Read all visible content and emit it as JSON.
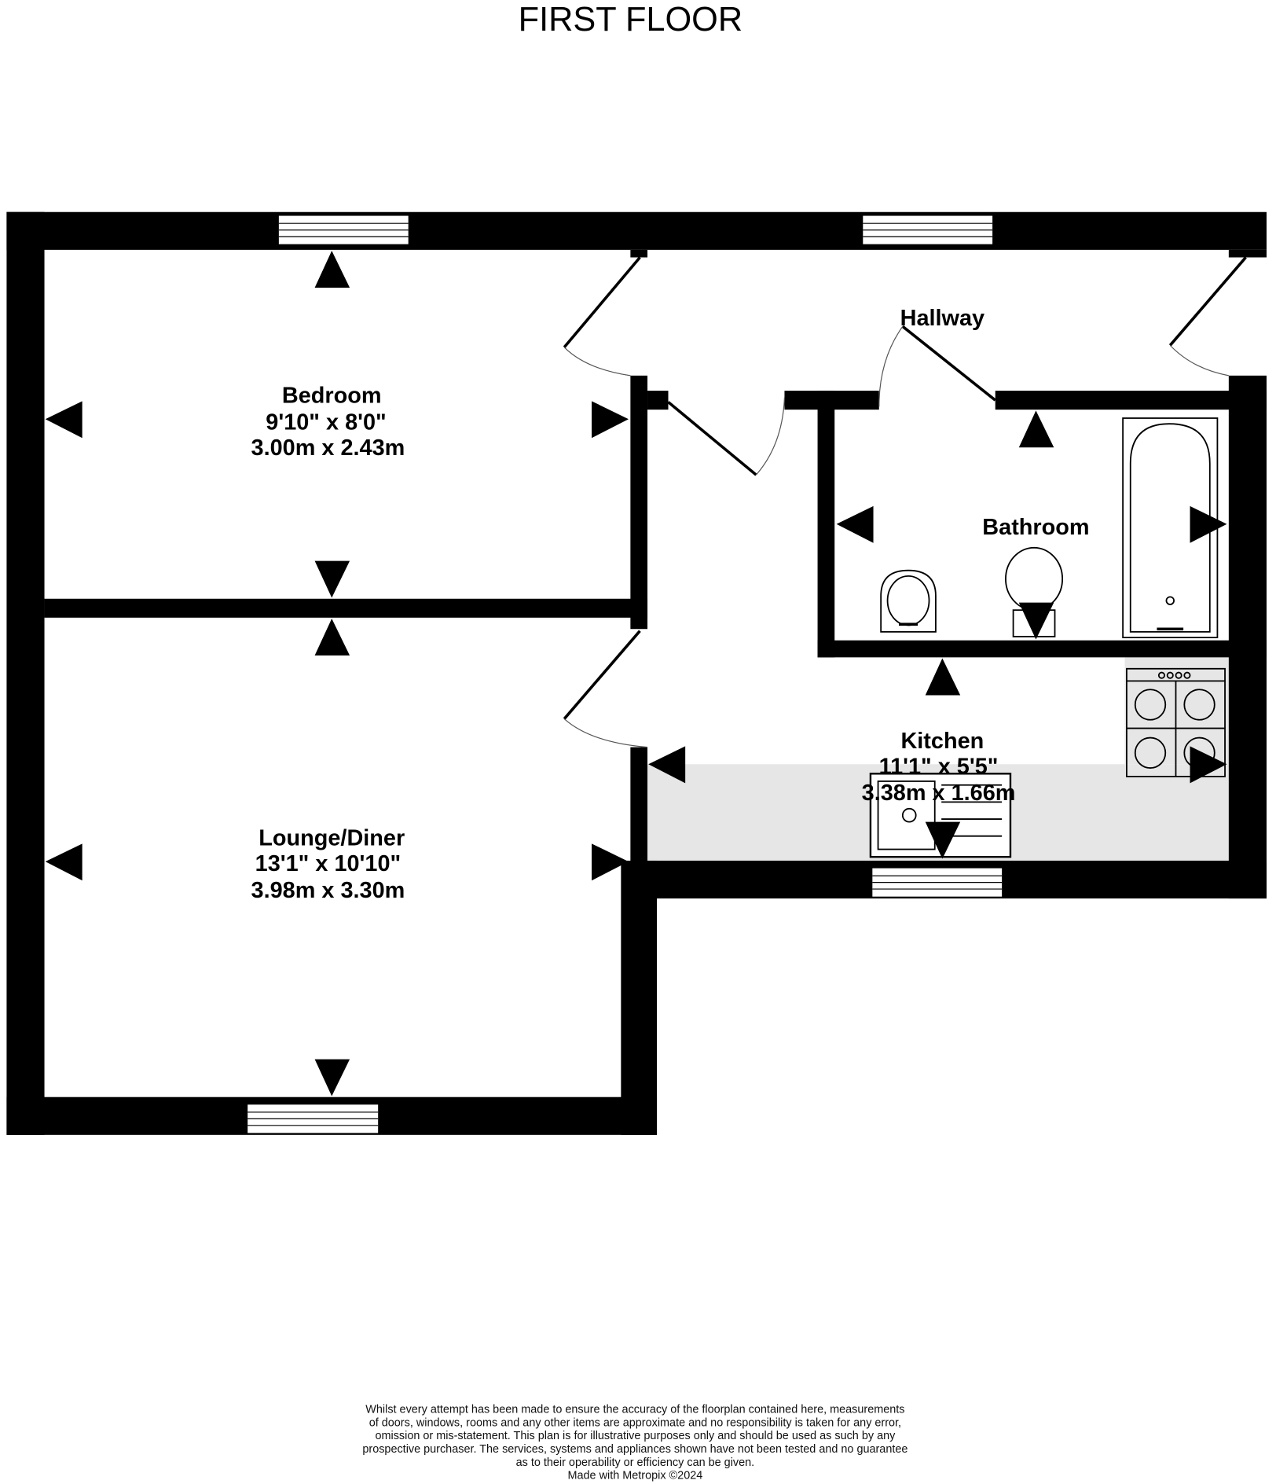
{
  "title": "FIRST FLOOR",
  "rooms": {
    "bedroom": {
      "name": "Bedroom",
      "imperial": "9'10\"  x 8'0\"",
      "metric": "3.00m  x 2.43m"
    },
    "lounge": {
      "name": "Lounge/Diner",
      "imperial": "13'1\"  x 10'10\"",
      "metric": "3.98m  x 3.30m"
    },
    "kitchen": {
      "name": "Kitchen",
      "imperial": "11'1\"  x 5'5\"",
      "metric": "3.38m  x 1.66m"
    },
    "hallway": {
      "name": "Hallway"
    },
    "bathroom": {
      "name": "Bathroom"
    }
  },
  "disclaimer": [
    "Whilst every attempt has been made to ensure the accuracy of the floorplan contained here, measurements",
    "of doors, windows, rooms and any other items are approximate and no responsibility is taken for any error,",
    "omission or mis-statement. This plan is for illustrative purposes only and should be used as such by any",
    "prospective purchaser. The services, systems and appliances shown have not been tested and no guarantee",
    "as to their operability or efficiency can be given.",
    "Made with Metropix ©2024"
  ],
  "colors": {
    "wall": "#000000",
    "counter": "#e6e6e6"
  }
}
